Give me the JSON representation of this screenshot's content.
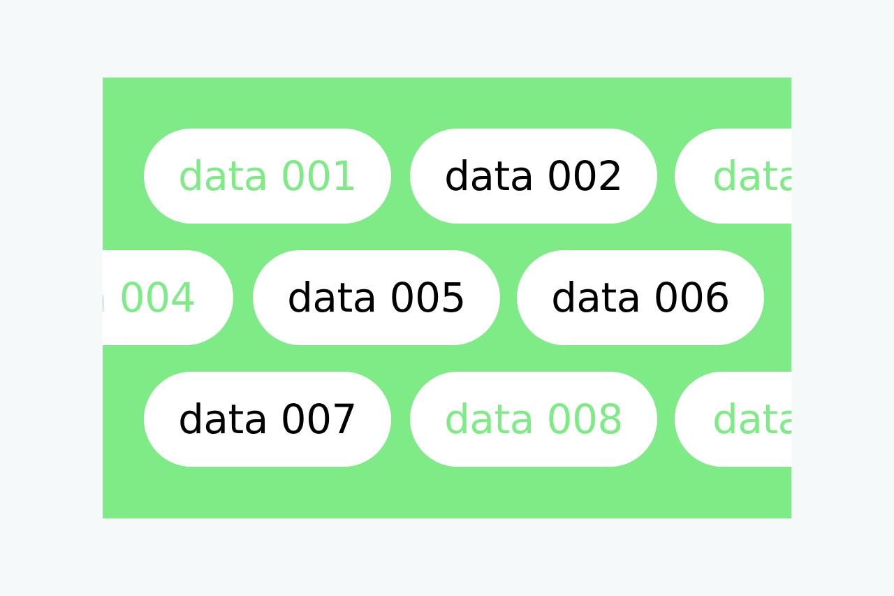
{
  "colors": {
    "page_background": "#f5f9fa",
    "panel_background": "#7eeb87",
    "pill_background": "#ffffff",
    "text_dark": "#000000",
    "text_accent": "#7eeb87"
  },
  "pills": [
    {
      "label": "data 001",
      "tone": "accent"
    },
    {
      "label": "data 002",
      "tone": "dark"
    },
    {
      "label": "data",
      "tone": "accent"
    },
    {
      "label": "a 004",
      "tone": "accent"
    },
    {
      "label": "data 005",
      "tone": "dark"
    },
    {
      "label": "data 006",
      "tone": "dark"
    },
    {
      "label": "data 007",
      "tone": "dark"
    },
    {
      "label": "data 008",
      "tone": "accent"
    },
    {
      "label": "data",
      "tone": "accent"
    }
  ]
}
